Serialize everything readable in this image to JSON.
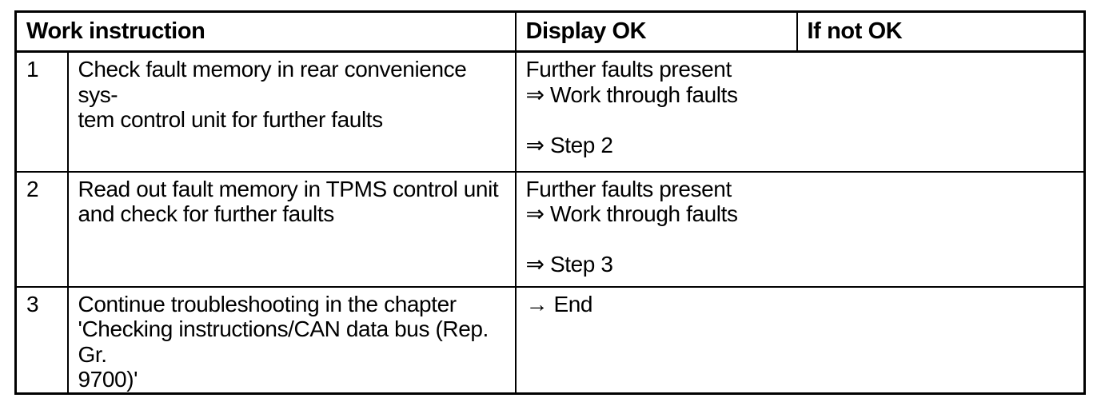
{
  "table": {
    "header": {
      "work_instruction": "Work instruction",
      "display_ok": "Display OK",
      "if_not_ok": "If not OK"
    },
    "rows": [
      {
        "step": "1",
        "instruction": "Check fault memory in rear convenience sys-\ntem control unit for further faults",
        "result": "Further faults present\n⇒ Work through faults\n\n⇒ Step 2"
      },
      {
        "step": "2",
        "instruction": "Read out fault memory in TPMS control unit\nand check for further faults",
        "result": "Further faults present\n⇒ Work through faults\n\n⇒ Step 3"
      },
      {
        "step": "3",
        "instruction": "Continue troubleshooting in the chapter\n'Checking instructions/CAN data bus (Rep. Gr.\n9700)'",
        "result": "→ End"
      }
    ],
    "colors": {
      "border": "#000000",
      "text": "#000000",
      "background": "#ffffff"
    }
  }
}
